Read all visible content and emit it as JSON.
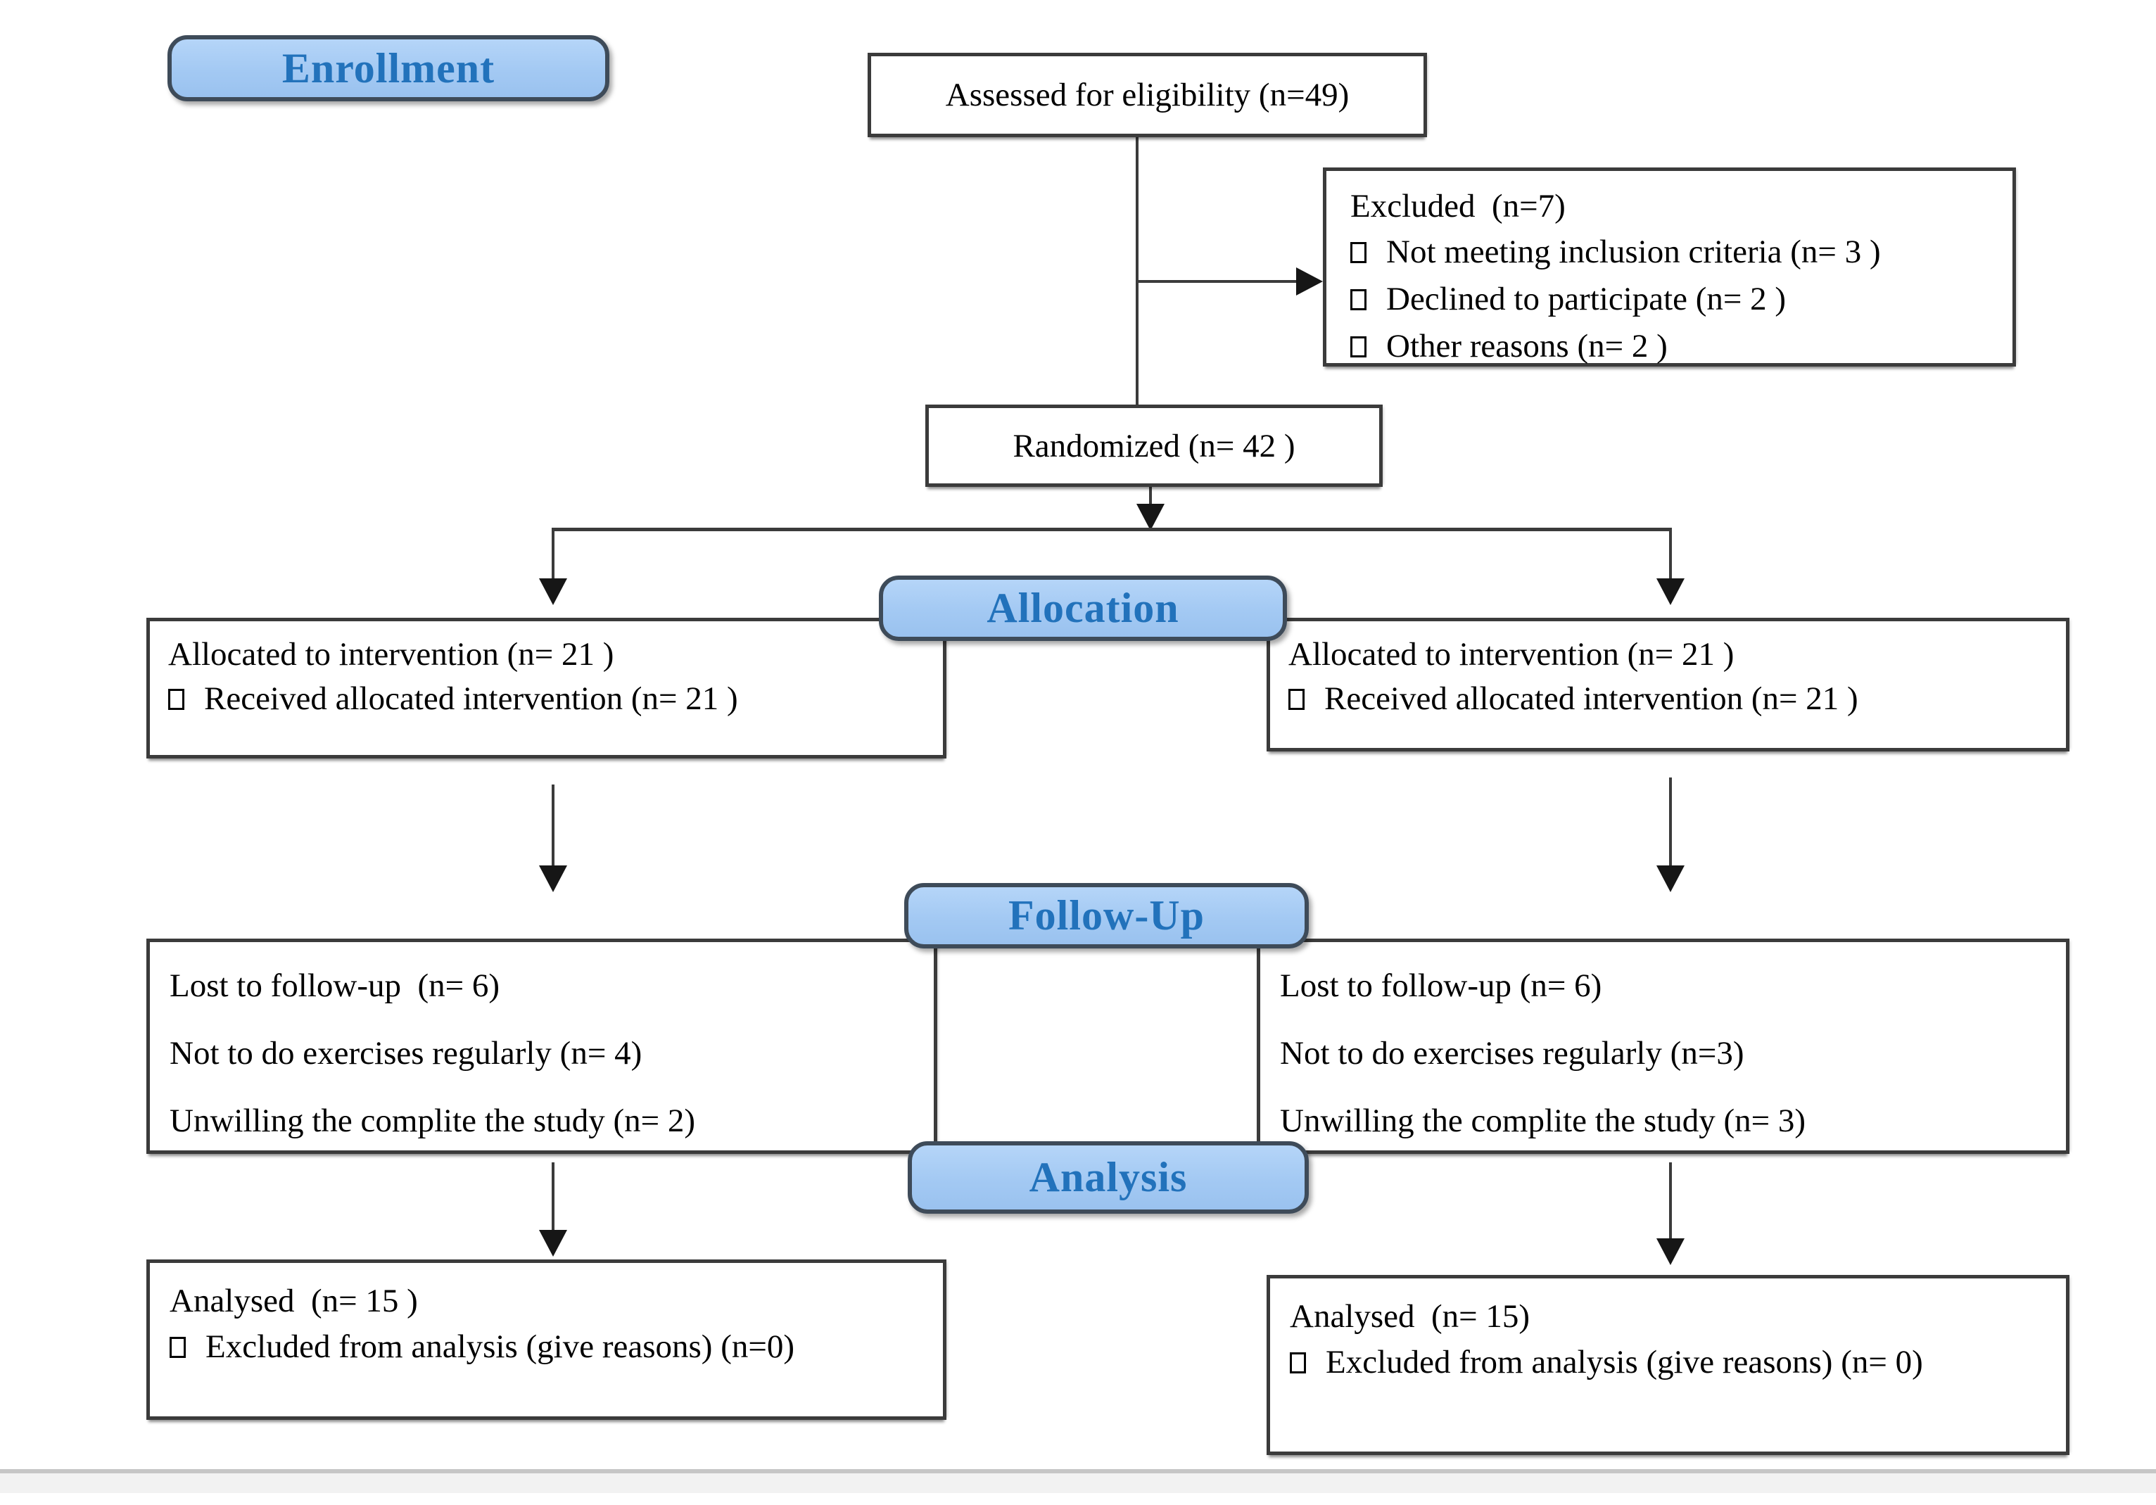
{
  "figure": {
    "type": "consort-flow-diagram",
    "background": "#ffffff"
  },
  "colors": {
    "badge_fill": "#a3c9f3",
    "badge_border": "#3e4b59",
    "badge_text": "#2272bb",
    "box_border": "#3b3b3b",
    "connector": "#3b3b3b",
    "text": "#000000",
    "divider_line": "#c6c6c6",
    "divider_band": "#f2f2f2"
  },
  "stages": {
    "enrollment": "Enrollment",
    "allocation": "Allocation",
    "follow_up": "Follow-Up",
    "analysis": "Analysis"
  },
  "boxes": {
    "assessed": {
      "text": "Assessed for eligibility (n=49)"
    },
    "excluded": {
      "title": "Excluded  (n=7)",
      "items": [
        "Not meeting inclusion criteria (n= 3 )",
        "Declined to participate (n= 2 )",
        "Other reasons (n= 2 )"
      ]
    },
    "randomized": {
      "text": "Randomized (n= 42 )"
    },
    "allocation_left": {
      "line1": "Allocated to intervention (n= 21 )",
      "line2": "Received allocated intervention (n= 21 )"
    },
    "allocation_right": {
      "line1": "Allocated to intervention (n= 21 )",
      "line2": "Received allocated intervention (n= 21 )"
    },
    "followup_left": {
      "lines": [
        "Lost to follow-up  (n= 6)",
        "Not to do exercises regularly (n= 4)",
        "Unwilling the complite the study (n= 2)"
      ]
    },
    "followup_right": {
      "lines": [
        "Lost to follow-up (n= 6)",
        "Not to do exercises regularly (n=3)",
        "Unwilling the complite the study (n= 3)"
      ]
    },
    "analysis_left": {
      "line1": "Analysed  (n= 15 )",
      "line2": "Excluded from analysis (give reasons) (n=0)"
    },
    "analysis_right": {
      "line1": "Analysed  (n= 15)",
      "line2": "Excluded from analysis (give reasons) (n= 0)"
    }
  }
}
